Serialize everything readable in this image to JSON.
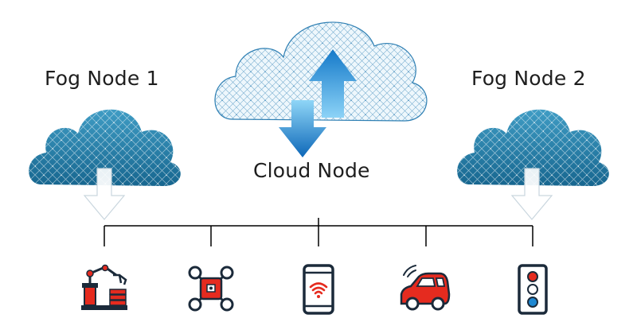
{
  "labels": {
    "fog_node_1": "Fog Node 1",
    "fog_node_2": "Fog Node 2",
    "cloud_node": "Cloud Node"
  },
  "nodes": [
    {
      "id": "fog-node-1",
      "kind": "fog",
      "icon": "cloud-icon"
    },
    {
      "id": "cloud-node",
      "kind": "cloud",
      "icon": "cloud-icon"
    },
    {
      "id": "fog-node-2",
      "kind": "fog",
      "icon": "cloud-icon"
    }
  ],
  "devices": [
    {
      "icon": "robot-arm-icon"
    },
    {
      "icon": "drone-icon"
    },
    {
      "icon": "smartphone-wifi-icon"
    },
    {
      "icon": "connected-car-icon"
    },
    {
      "icon": "traffic-light-icon"
    }
  ],
  "colors": {
    "fog_cloud": "#1d6f99",
    "fog_cloud_light": "#3c9ac2",
    "cloud_mesh": "#2e7fb3",
    "arrow_blue": "#1e88d2",
    "device_red": "#e52b1f",
    "device_dark": "#1b2a3a",
    "line": "#000000"
  }
}
